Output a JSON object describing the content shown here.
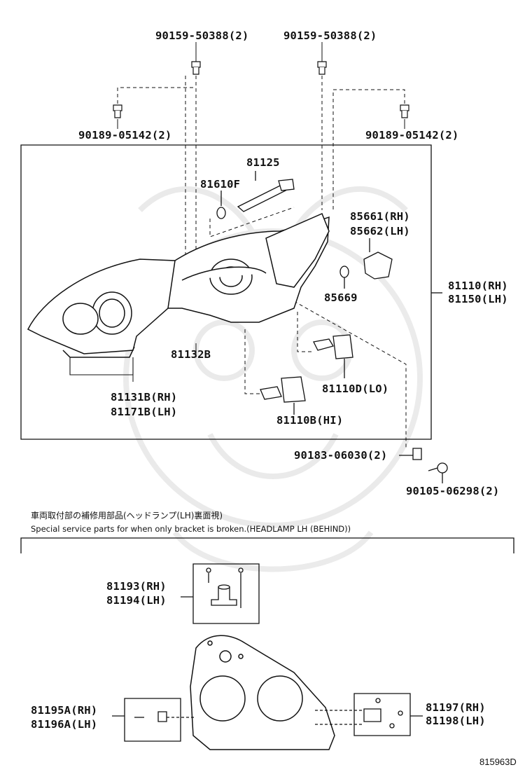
{
  "diagram": {
    "drawing_code": "815963D",
    "note_ja": "車両取付部の補修用部品(ヘッドランプ(LH)裏面視)",
    "note_en": "Special service parts for when only bracket is broken.(HEADLAMP LH (BEHIND))",
    "parts": {
      "p_90159_l": "90159-50388(2)",
      "p_90159_r": "90159-50388(2)",
      "p_90189_l": "90189-05142(2)",
      "p_90189_r": "90189-05142(2)",
      "p_81125": "81125",
      "p_81610f": "81610F",
      "p_85661": "85661(RH)",
      "p_85662": "85662(LH)",
      "p_85669": "85669",
      "p_81110": "81110(RH)",
      "p_81150": "81150(LH)",
      "p_81132b": "81132B",
      "p_81131b": "81131B(RH)",
      "p_81171b": "81171B(LH)",
      "p_81110d": "81110D(LO)",
      "p_81110b": "81110B(HI)",
      "p_90183": "90183-06030(2)",
      "p_90105": "90105-06298(2)",
      "p_81193": "81193(RH)",
      "p_81194": "81194(LH)",
      "p_81195a": "81195A(RH)",
      "p_81196a": "81196A(LH)",
      "p_81197": "81197(RH)",
      "p_81198": "81198(LH)"
    }
  }
}
